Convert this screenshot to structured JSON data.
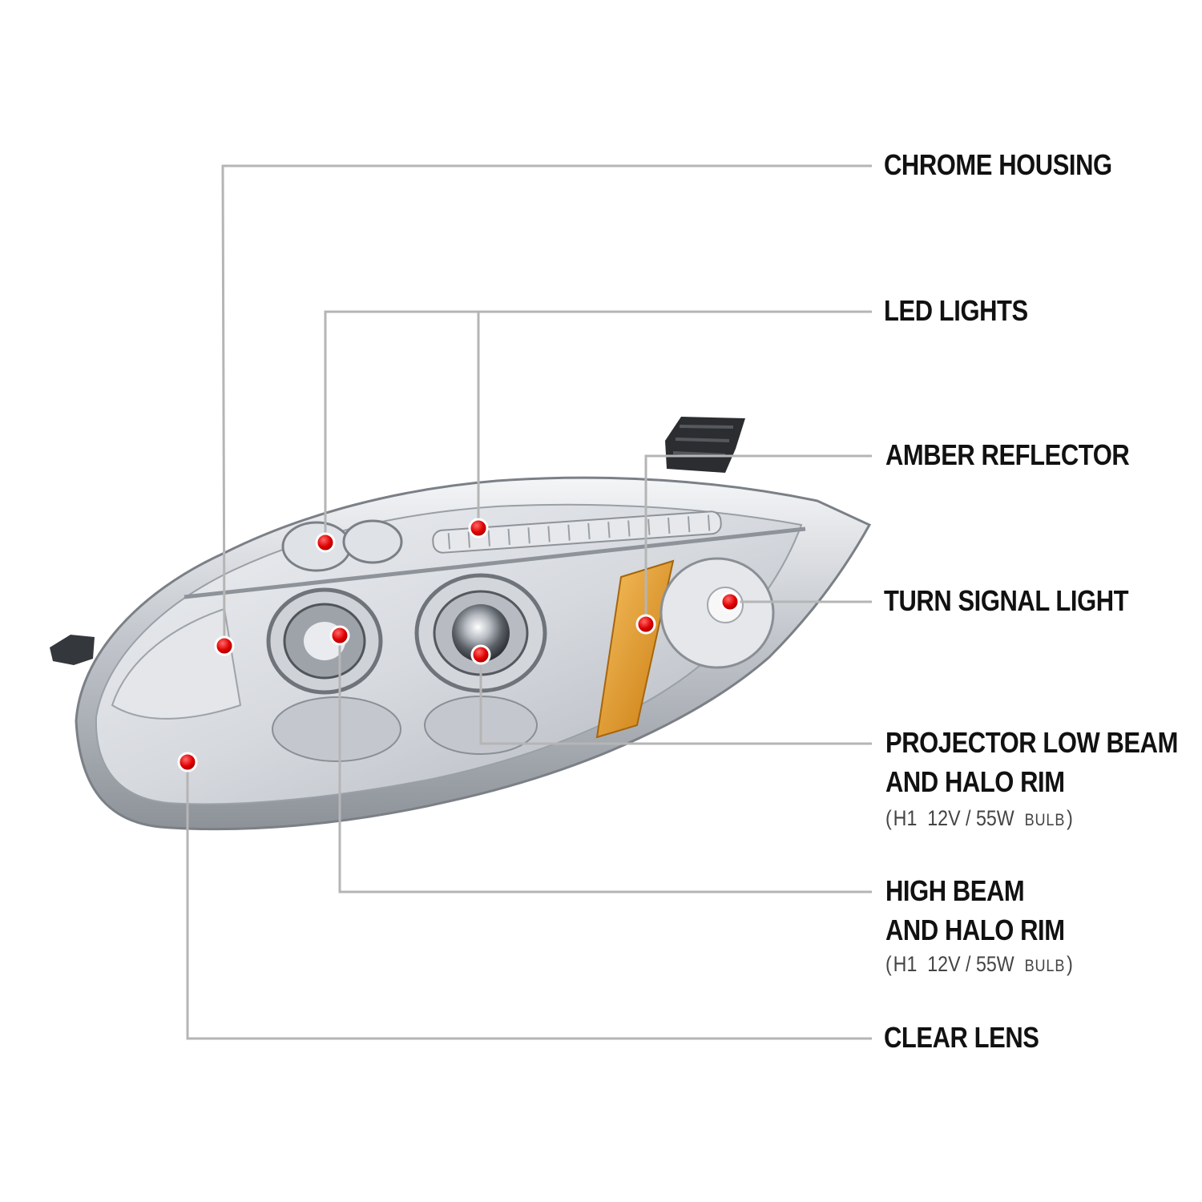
{
  "callouts": [
    {
      "id": "chrome-housing",
      "lines": [
        "CHROME HOUSING"
      ]
    },
    {
      "id": "led-lights",
      "lines": [
        "LED LIGHTS"
      ]
    },
    {
      "id": "amber-reflector",
      "lines": [
        "AMBER REFLECTOR"
      ]
    },
    {
      "id": "turn-signal-light",
      "lines": [
        "TURN SIGNAL LIGHT"
      ]
    },
    {
      "id": "projector-low-beam",
      "lines": [
        "PROJECTOR LOW BEAM",
        "AND HALO RIM"
      ],
      "spec": {
        "bulb": "H1",
        "voltage": "12V",
        "wattage": "55W",
        "suffix": "BULB"
      }
    },
    {
      "id": "high-beam",
      "lines": [
        "HIGH BEAM",
        "AND HALO RIM"
      ],
      "spec": {
        "bulb": "H1",
        "voltage": "12V",
        "wattage": "55W",
        "suffix": "BULB"
      }
    },
    {
      "id": "clear-lens",
      "lines": [
        "CLEAR LENS"
      ]
    }
  ],
  "colors": {
    "leader_line": "#b5b5b5",
    "marker": "#e00000",
    "label_text": "#111111",
    "chrome": "#c9ccd1",
    "amber": "#e59a1c"
  }
}
